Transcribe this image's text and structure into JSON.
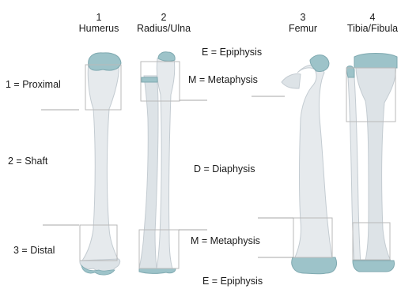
{
  "bones": [
    {
      "number": "1",
      "name": "Humerus"
    },
    {
      "number": "2",
      "name": "Radius/Ulna"
    },
    {
      "number": "3",
      "name": "Femur"
    },
    {
      "number": "4",
      "name": "Tibia/Fibula"
    }
  ],
  "regions": {
    "proximal": "1 = Proximal",
    "shaft": "2 = Shaft",
    "distal": "3 = Distal"
  },
  "zones": {
    "epiphysis_top": "E = Epiphysis",
    "metaphysis_top": "M = Metaphysis",
    "diaphysis": "D = Diaphysis",
    "metaphysis_bottom": "M = Metaphysis",
    "epiphysis_bottom": "E = Epiphysis"
  },
  "colors": {
    "bone_fill": "#e6eaed",
    "bone_stroke": "#c3cbd1",
    "cartilage": "#9dc3c9",
    "cartilage_stroke": "#7fa9b0",
    "box_stroke": "#b9b9b9",
    "line": "#8a8a8a"
  }
}
